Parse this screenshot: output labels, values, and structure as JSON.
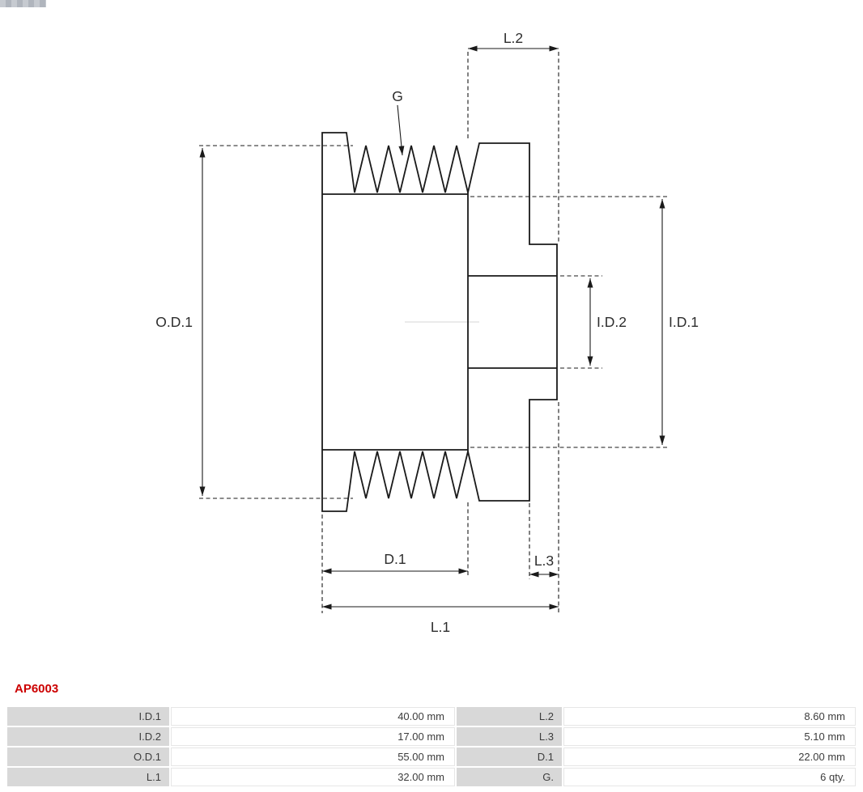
{
  "part_number": "AP6003",
  "drawing": {
    "labels": {
      "od1": "O.D.1",
      "id1": "I.D.1",
      "id2": "I.D.2",
      "g": "G",
      "l1": "L.1",
      "l2": "L.2",
      "l3": "L.3",
      "d1": "D.1"
    },
    "line_color": "#1a1a1a",
    "accent_color": "#cc0000"
  },
  "specs": {
    "rows": [
      {
        "c0": "I.D.1",
        "c1": "40.00 mm",
        "c2": "L.2",
        "c3": "8.60 mm"
      },
      {
        "c0": "I.D.2",
        "c1": "17.00 mm",
        "c2": "L.3",
        "c3": "5.10 mm"
      },
      {
        "c0": "O.D.1",
        "c1": "55.00 mm",
        "c2": "D.1",
        "c3": "22.00 mm"
      },
      {
        "c0": "L.1",
        "c1": "32.00 mm",
        "c2": "G.",
        "c3": "6 qty."
      }
    ]
  }
}
